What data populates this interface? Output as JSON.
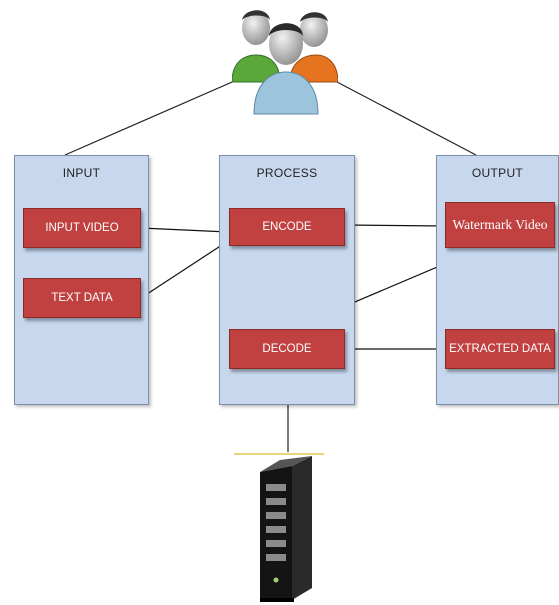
{
  "diagram": {
    "panels": {
      "input": {
        "title": "INPUT"
      },
      "process": {
        "title": "PROCESS"
      },
      "output": {
        "title": "OUTPUT"
      }
    },
    "nodes": {
      "input_video": "INPUT VIDEO",
      "text_data": "TEXT DATA",
      "encode": "ENCODE",
      "decode": "DECODE",
      "watermark_video": "Watermark Video",
      "extracted_data": "EXTRACTED DATA"
    },
    "icons": {
      "users": "users-group-icon",
      "server": "server-icon"
    },
    "colors": {
      "panel_fill": "#c7d8ee",
      "node_fill": "#c0413f",
      "user_green": "#5aa83a",
      "user_orange": "#e5731f",
      "user_blue": "#9cc4dc"
    }
  }
}
